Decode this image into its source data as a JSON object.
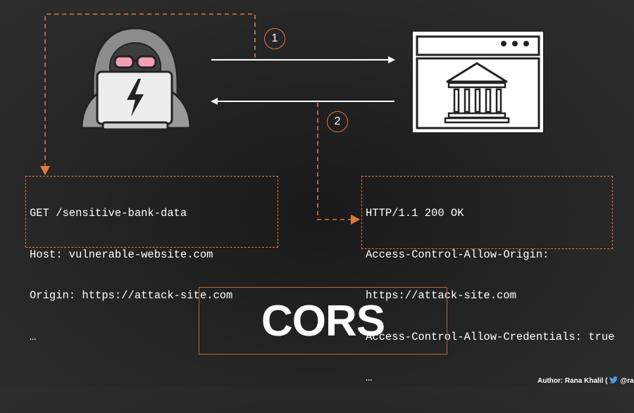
{
  "steps": {
    "step1": "1",
    "step2": "2"
  },
  "request_box": {
    "lines": [
      "GET /sensitive-bank-data",
      "Host: vulnerable-website.com",
      "Origin: https://attack-site.com",
      "…"
    ]
  },
  "response_box": {
    "lines": [
      "HTTP/1.1 200 OK",
      "Access-Control-Allow-Origin:",
      "https://attack-site.com",
      "Access-Control-Allow-Credentials: true",
      "…"
    ]
  },
  "title": "CORS",
  "credit": {
    "prefix": "Author: Rana Khalil (",
    "handle": "@rana_"
  },
  "icons": {
    "attacker": "hacker-with-laptop-icon",
    "server": "bank-website-window-icon",
    "social": "twitter-bird-icon"
  },
  "colors": {
    "accent": "#e07a3c",
    "arrow": "#ffffff",
    "background": "#232323"
  }
}
